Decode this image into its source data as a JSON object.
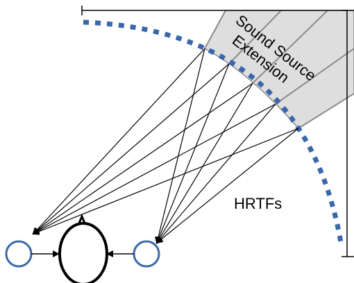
{
  "diagram": {
    "extension_label_line1": "Sound Source",
    "extension_label_line2": "Extension",
    "hrtf_label": "HRTFs",
    "colors": {
      "arc": "#3a67aa",
      "extension_fill": "#dedede",
      "extension_lines": "#8a8a8a",
      "ear": "#3a67aa",
      "lines": "#000000"
    }
  }
}
